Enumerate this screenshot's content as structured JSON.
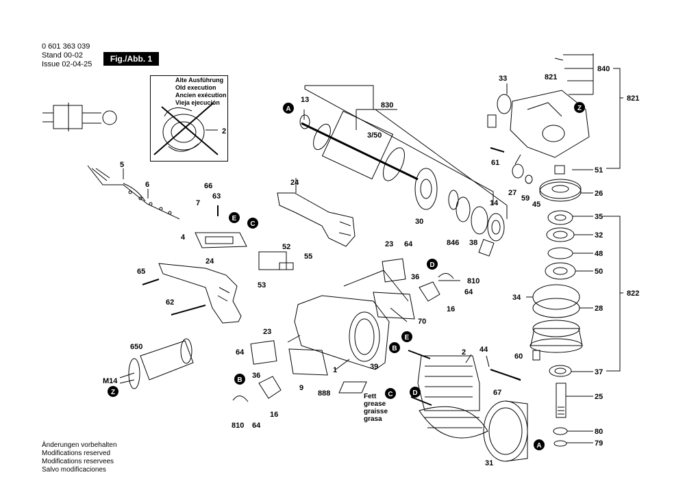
{
  "header": {
    "part_number": "0 601 363 039",
    "stand_label": "Stand",
    "stand_value": "00-02",
    "issue_label": "Issue",
    "issue_value": "02-04-25",
    "figure_label": "Fig./Abb. 1"
  },
  "old_execution": [
    "Alte Ausführung",
    "Old execution",
    "Ancien exécution",
    "Vieja ejecución"
  ],
  "grease_note": [
    "Fett",
    "grease",
    "graisse",
    "grasa"
  ],
  "footer": [
    "Änderungen vorbehalten",
    "Modifications reserved",
    "Modifications reservees",
    "Salvo modificaciones"
  ],
  "part_labels": [
    "2",
    "4",
    "5",
    "6",
    "7",
    "9",
    "13",
    "14",
    "16",
    "23",
    "24",
    "25",
    "26",
    "27",
    "28",
    "30",
    "31",
    "32",
    "33",
    "34",
    "35",
    "36",
    "37",
    "38",
    "39",
    "44",
    "45",
    "48",
    "50",
    "51",
    "52",
    "53",
    "55",
    "59",
    "60",
    "61",
    "62",
    "63",
    "64",
    "65",
    "66",
    "67",
    "70",
    "79",
    "80",
    "650",
    "810",
    "821",
    "822",
    "830",
    "840",
    "846",
    "888",
    "3/50",
    "M14"
  ],
  "callout_letters": [
    "A",
    "B",
    "C",
    "D",
    "E",
    "Z"
  ],
  "colors": {
    "ink": "#000000",
    "paper": "#ffffff",
    "shade": "#d8d8d8"
  }
}
